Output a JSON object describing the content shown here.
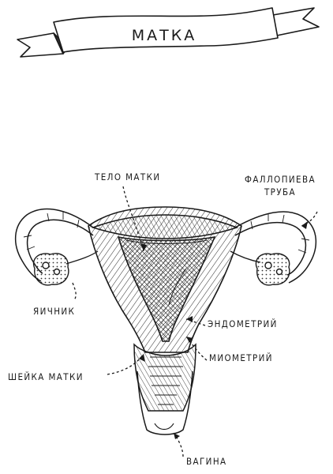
{
  "title": "МАТКА",
  "labels": {
    "body": "ТЕЛО МАТКИ",
    "tube_line1": "ФАЛЛОПИЕВА",
    "tube_line2": "ТРУБА",
    "ovary": "ЯИЧНИК",
    "endometrium": "ЭНДОМЕТРИЙ",
    "myometrium": "МИОМЕТРИЙ",
    "cervix": "ШЕЙКА МАТКИ",
    "vagina": "ВАГИНА"
  }
}
